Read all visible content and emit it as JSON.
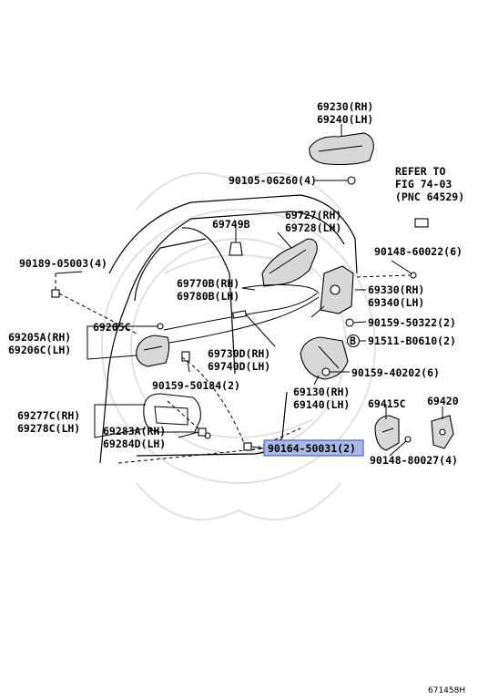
{
  "labels": {
    "l69230": "69230(RH)",
    "l69240": "69240(LH)",
    "l90105": "90105-06260(4)",
    "refer1": "REFER TO",
    "refer2": "FIG 74-03",
    "refer3": "(PNC 64529)",
    "l69749": "69749B",
    "l69727": "69727(RH)",
    "l69728": "69728(LH)",
    "l90189": "90189-05003(4)",
    "l90148a": "90148-60022(6)",
    "l69770": "69770B(RH)",
    "l69780": "69780B(LH)",
    "l69330": "69330(RH)",
    "l69340": "69340(LH)",
    "l69205c": "69205C",
    "l69205a": "69205A(RH)",
    "l69206c": "69206C(LH)",
    "l90159a": "90159-50322(2)",
    "b_marker": "B",
    "l91511": "91511-B0610(2)",
    "l69730": "69730D(RH)",
    "l69740": "69740D(LH)",
    "l90159b": "90159-50184(2)",
    "l90159c": "90159-40202(6)",
    "l69130": "69130(RH)",
    "l69140": "69140(LH)",
    "l69415": "69415C",
    "l69420": "69420",
    "l69277": "69277C(RH)",
    "l69278": "69278C(LH)",
    "l69283": "69283A(RH)",
    "l69284": "69284D(LH)",
    "l90164": "90164-50031(2)",
    "l90148b": "90148-80027(4)",
    "figno": "671458H"
  },
  "colors": {
    "highlight_fill": "#a9b8e6",
    "highlight_stroke": "#3a4fb0",
    "line": "#000000"
  }
}
